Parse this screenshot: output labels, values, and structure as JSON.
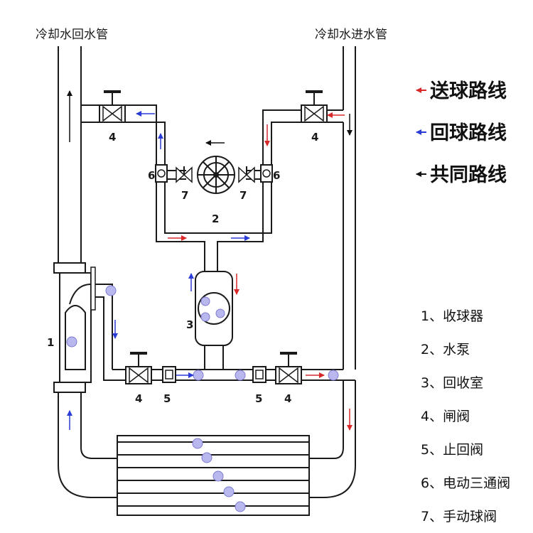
{
  "pipe_labels": {
    "return_pipe": "冷却水回水管",
    "supply_pipe": "冷却水进水管"
  },
  "routes": [
    {
      "label": "送球路线",
      "color": "#d8282a"
    },
    {
      "label": "回球路线",
      "color": "#2b3bd6"
    },
    {
      "label": "共同路线",
      "color": "#111111"
    }
  ],
  "components": [
    "1、收球器",
    "2、水泵",
    "3、回收室",
    "4、闸阀",
    "5、止回阀",
    "6、电动三通阀",
    "7、手动球阀"
  ],
  "callouts": {
    "c1": "1",
    "c2": "2",
    "c3": "3",
    "c4": "4",
    "c5": "5",
    "c6": "6",
    "c7": "7"
  },
  "colors": {
    "send_arrow": "#d8282a",
    "return_arrow": "#2b3bd6",
    "common_arrow": "#111111",
    "ball_fill": "#b9b8ee",
    "pipe_stroke": "#1a1a1a"
  }
}
